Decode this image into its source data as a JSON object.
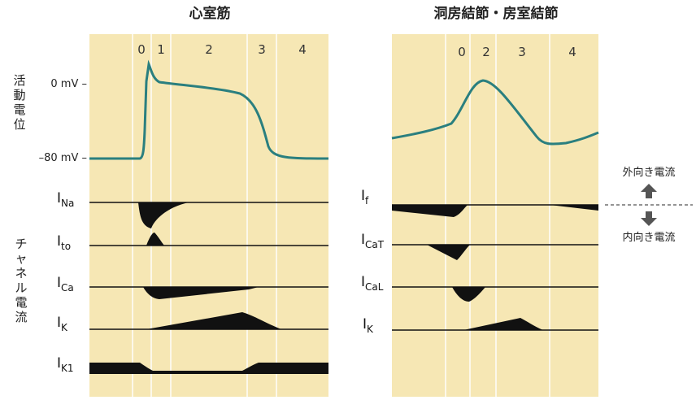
{
  "left_panel": {
    "title": "心室筋",
    "phases": [
      "0",
      "1",
      "2",
      "3",
      "4"
    ],
    "y_labels": [
      "0 mV –",
      "–80 mV –"
    ],
    "currents": [
      {
        "main": "I",
        "sub": "Na"
      },
      {
        "main": "I",
        "sub": "to"
      },
      {
        "main": "I",
        "sub": "Ca"
      },
      {
        "main": "I",
        "sub": "K"
      },
      {
        "main": "I",
        "sub": "K1"
      }
    ]
  },
  "right_panel": {
    "title": "洞房結節・房室結節",
    "phases": [
      "0",
      "2",
      "3",
      "4"
    ],
    "currents": [
      {
        "main": "I",
        "sub": "f"
      },
      {
        "main": "I",
        "sub": "CaT"
      },
      {
        "main": "I",
        "sub": "CaL"
      },
      {
        "main": "I",
        "sub": "K"
      }
    ]
  },
  "axis_title_vertical": [
    "活",
    "動",
    "電",
    "位"
  ],
  "channel_title_vertical": [
    "チ",
    "ャ",
    "ネ",
    "ル",
    "電",
    "流"
  ],
  "legend": {
    "outward": "外向き電流",
    "inward": "内向き電流"
  },
  "colors": {
    "panel_bg": "#f6e7b4",
    "trace": "#2a7f7f",
    "current_fill": "#111111",
    "arrow": "#555555"
  }
}
